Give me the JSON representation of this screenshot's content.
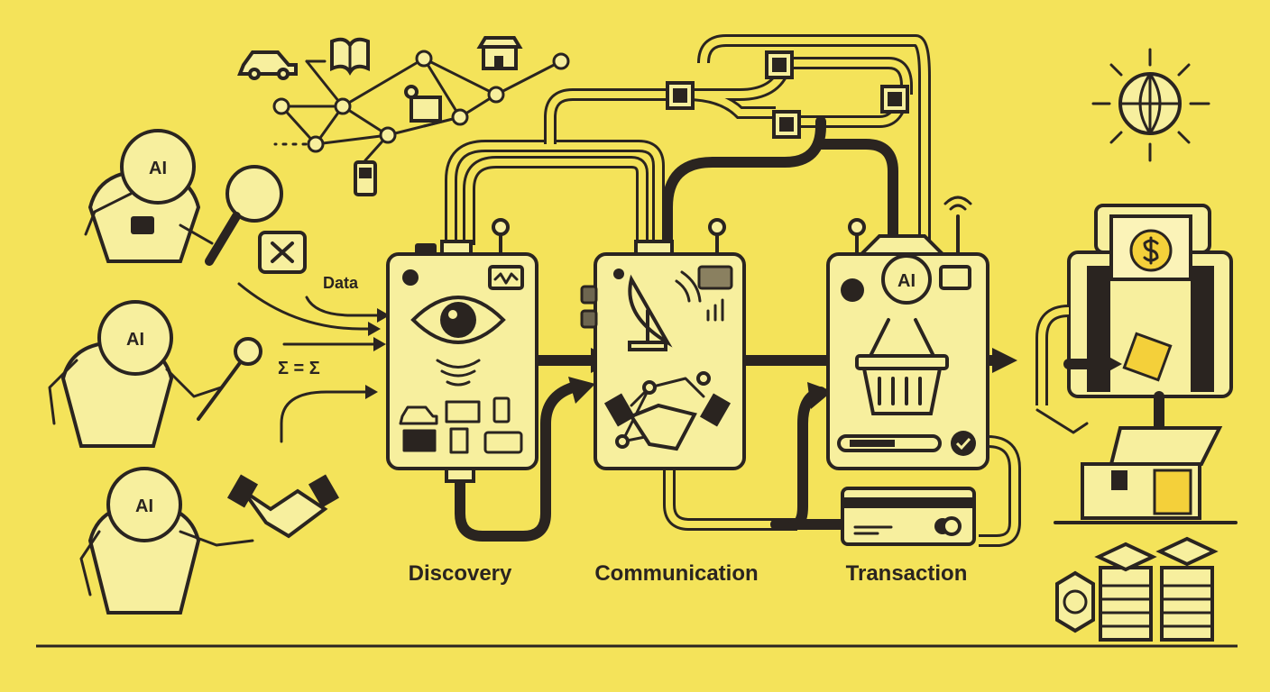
{
  "labels": {
    "data": "Data",
    "sigma": "Σ = Σ",
    "robot_1": "AI",
    "robot_2": "AI",
    "robot_3": "AI",
    "transaction_panel_ai": "AI"
  },
  "stages": [
    {
      "label": "Discovery"
    },
    {
      "label": "Communication"
    },
    {
      "label": "Transaction"
    }
  ],
  "colors": {
    "background": "#f4e35a",
    "panel": "#f7ef9e",
    "ink": "#2a2420"
  }
}
